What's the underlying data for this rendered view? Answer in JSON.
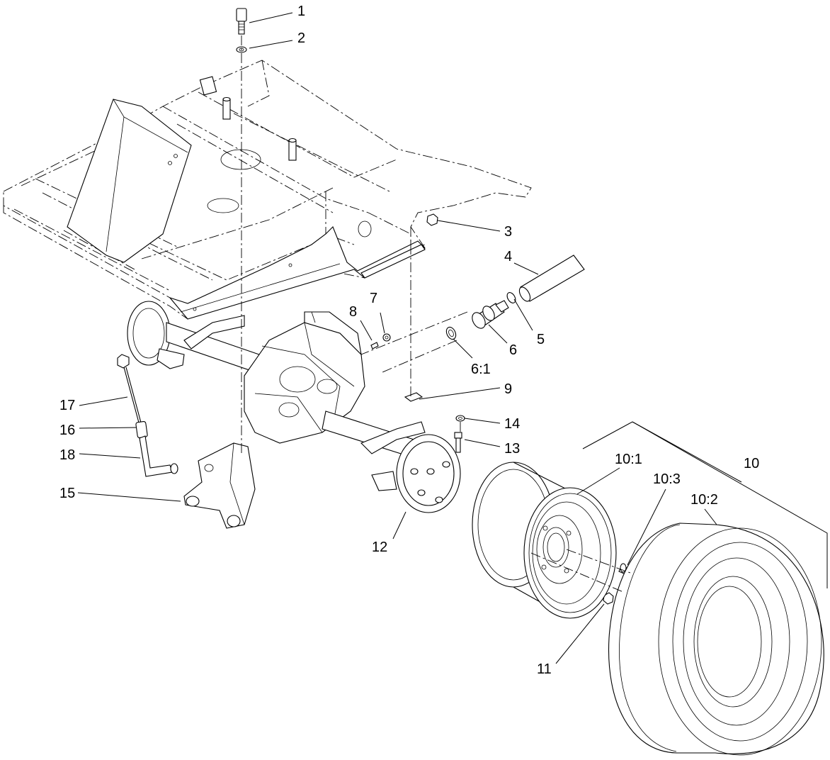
{
  "callouts": {
    "c1": "1",
    "c2": "2",
    "c3": "3",
    "c4": "4",
    "c5": "5",
    "c6": "6",
    "c6_1": "6:1",
    "c7": "7",
    "c8": "8",
    "c9": "9",
    "c10": "10",
    "c10_1": "10:1",
    "c10_2": "10:2",
    "c10_3": "10:3",
    "c11": "11",
    "c12": "12",
    "c13": "13",
    "c14": "14",
    "c15": "15",
    "c16": "16",
    "c17": "17",
    "c18": "18"
  }
}
